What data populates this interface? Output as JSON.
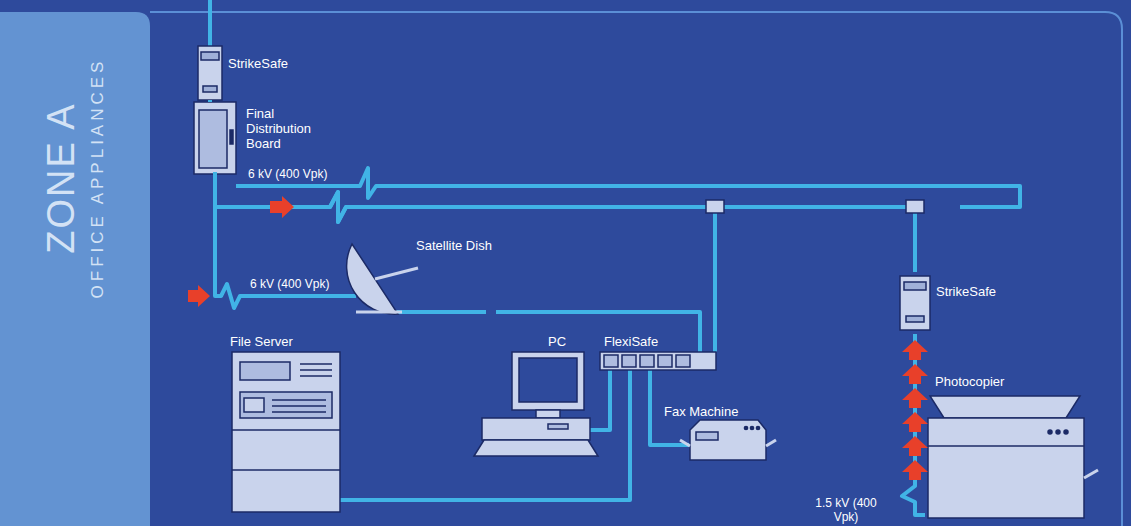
{
  "diagram": {
    "nodes": [
      {
        "text": [
          "StrikeSafe"
        ]
      },
      {
        "text": [
          "Final Distribution Board"
        ]
      },
      {
        "text": [
          "Satellite Dish"
        ]
      },
      {
        "text": [
          "File Server"
        ]
      },
      {
        "text": [
          "PC"
        ]
      },
      {
        "text": [
          "FlexiSafe"
        ]
      },
      {
        "text": [
          "Fax Machine"
        ]
      },
      {
        "text": [
          "StrikeSafe"
        ]
      },
      {
        "text": [
          "Photocopier"
        ]
      }
    ],
    "edges": [
      {
        "from": 0,
        "to": 1,
        "arrow": "none"
      },
      {
        "from": 1,
        "to": 5,
        "arrow": "none"
      },
      {
        "from": 1,
        "to": 7,
        "arrow": "none"
      },
      {
        "from": 1,
        "to": 2,
        "arrow": "none"
      },
      {
        "from": 2,
        "to": 5,
        "arrow": "none"
      },
      {
        "from": 5,
        "to": 4,
        "arrow": "none"
      },
      {
        "from": 5,
        "to": 6,
        "arrow": "none"
      },
      {
        "from": 5,
        "to": 3,
        "arrow": "none"
      },
      {
        "from": 7,
        "to": 8,
        "arrow": "none"
      }
    ],
    "labels": [
      "ZONE A",
      "OFFICE APPLIANCES",
      "6 kV (400 Vpk)",
      "6 kV (400 Vpk)",
      "1.5 kV (400 Vpk)"
    ]
  }
}
